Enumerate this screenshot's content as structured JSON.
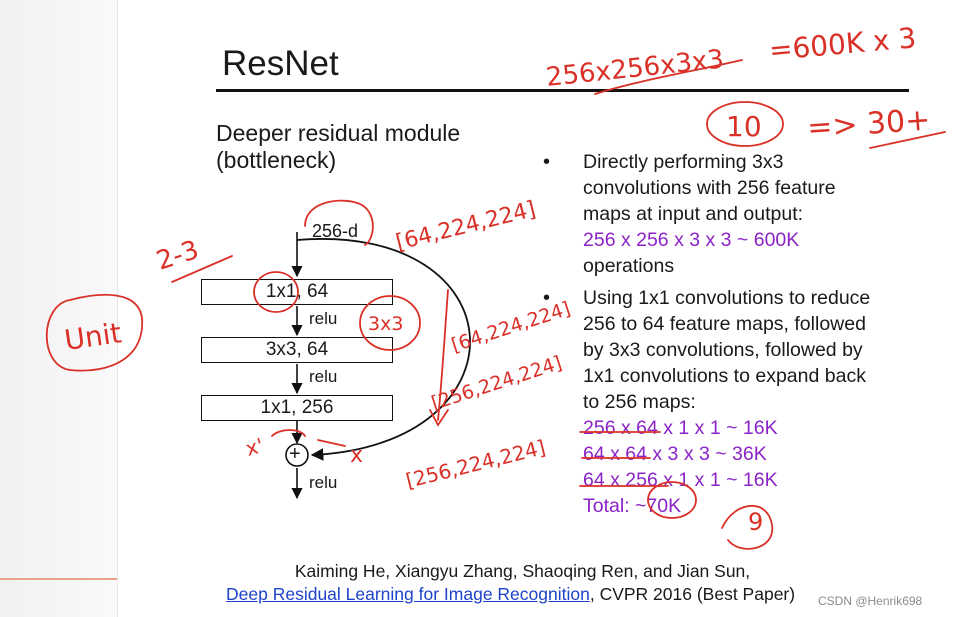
{
  "slide": {
    "title": "ResNet",
    "subtitle_line1": "Deeper residual module",
    "subtitle_line2": "(bottleneck)"
  },
  "diagram": {
    "input_label": "256-d",
    "layers": [
      "1x1, 64",
      "3x3, 64",
      "1x1, 256"
    ],
    "activation": "relu",
    "add_symbol": "+"
  },
  "bullets": [
    {
      "lines": [
        "Directly performing 3x3",
        "convolutions with 256 feature",
        "maps at input and output:"
      ],
      "purple_lines": [
        "256 x 256 x 3 x 3 ~ 600K"
      ],
      "after_lines": [
        "operations"
      ]
    },
    {
      "lines": [
        "Using 1x1 convolutions to reduce",
        "256 to 64 feature maps, followed",
        "by 3x3 convolutions, followed by",
        "1x1 convolutions to expand back",
        "to 256 maps:"
      ],
      "purple_lines": [
        "256 x 64 x 1 x 1 ~ 16K",
        "64 x 64 x 3 x 3 ~ 36K",
        "64 x 256 x 1 x 1 ~ 16K",
        "Total: ~70K"
      ]
    }
  ],
  "citation": {
    "authors": "Kaiming He, Xiangyu Zhang, Shaoqing Ren, and Jian Sun,",
    "paper_title": "Deep Residual Learning for Image Recognition",
    "venue": ", CVPR 2016 (Best Paper)"
  },
  "annotations": {
    "top_calc": "256x256x3x3",
    "top_result": "=600K x 3",
    "circled_ten": "10",
    "arrow_result": "=> 30+",
    "left_range": "2-3",
    "unit": "Unit",
    "circled_3x3": "3x3",
    "shape_in": "[64,224,224]",
    "shape_mid": "[64,224,224]",
    "shape_256": "[256,224,224]",
    "shape_out": "[256,224,224]",
    "x_prime": "x'",
    "x_label": "x",
    "circled_nine": "9"
  },
  "watermark": "CSDN @Henrik698",
  "colors": {
    "annotation": "#d93028",
    "purple": "#8b23c7",
    "link": "#1f43c9"
  }
}
